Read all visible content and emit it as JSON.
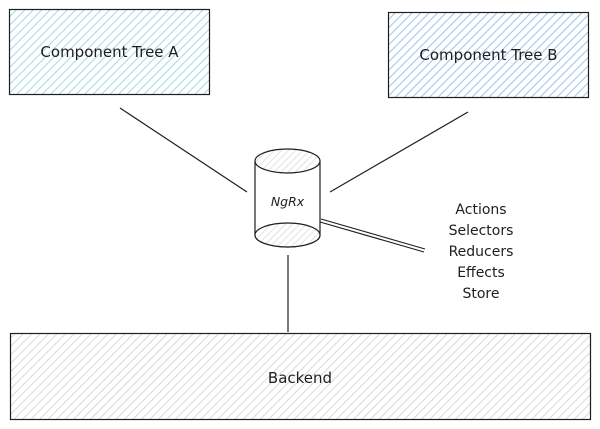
{
  "diagram": {
    "component_tree_a": {
      "label": "Component Tree A",
      "fill": "#c5eef2"
    },
    "component_tree_b": {
      "label": "Component Tree B",
      "fill": "#bcd9f3"
    },
    "store": {
      "label": "NgRx"
    },
    "backend": {
      "label": "Backend",
      "fill": "#d6d6d6"
    },
    "ngrx_parts": [
      "Actions",
      "Selectors",
      "Reducers",
      "Effects",
      "Store"
    ],
    "stroke_color": "#1e1e1e"
  }
}
